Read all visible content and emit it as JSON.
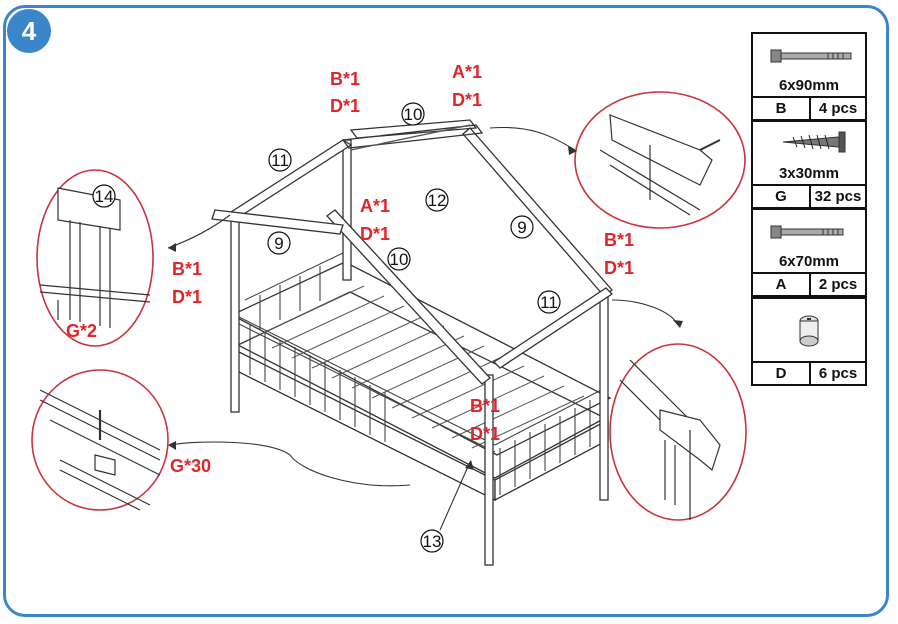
{
  "step": "4",
  "labels": {
    "b1_top": "B*1",
    "d1_top": "D*1",
    "a1_top": "A*1",
    "d1_top2": "D*1",
    "a1_mid": "A*1",
    "d1_mid": "D*1",
    "b1_left": "B*1",
    "d1_left": "D*1",
    "b1_right": "B*1",
    "d1_right": "D*1",
    "b1_front": "B*1",
    "d1_front": "D*1",
    "g2": "G*2",
    "g30": "G*30"
  },
  "part_numbers": {
    "p10_top": "10",
    "p11_left": "11",
    "p14": "14",
    "p12": "12",
    "p9_right": "9",
    "p9_left": "9",
    "p10_mid": "10",
    "p11_right": "11",
    "p13": "13"
  },
  "parts": [
    {
      "size": "6x90mm",
      "code": "B",
      "qty": "4 pcs",
      "icon": "bolt-icon"
    },
    {
      "size": "3x30mm",
      "code": "G",
      "qty": "32 pcs",
      "icon": "screw-icon"
    },
    {
      "size": "6x70mm",
      "code": "A",
      "qty": "2 pcs",
      "icon": "bolt-icon"
    },
    {
      "size": "",
      "code": "D",
      "qty": "6 pcs",
      "icon": "barrel-nut-icon"
    }
  ],
  "colors": {
    "frame": "#3a86c8",
    "label": "#e0262b",
    "callout_circle": "#c8343c"
  }
}
